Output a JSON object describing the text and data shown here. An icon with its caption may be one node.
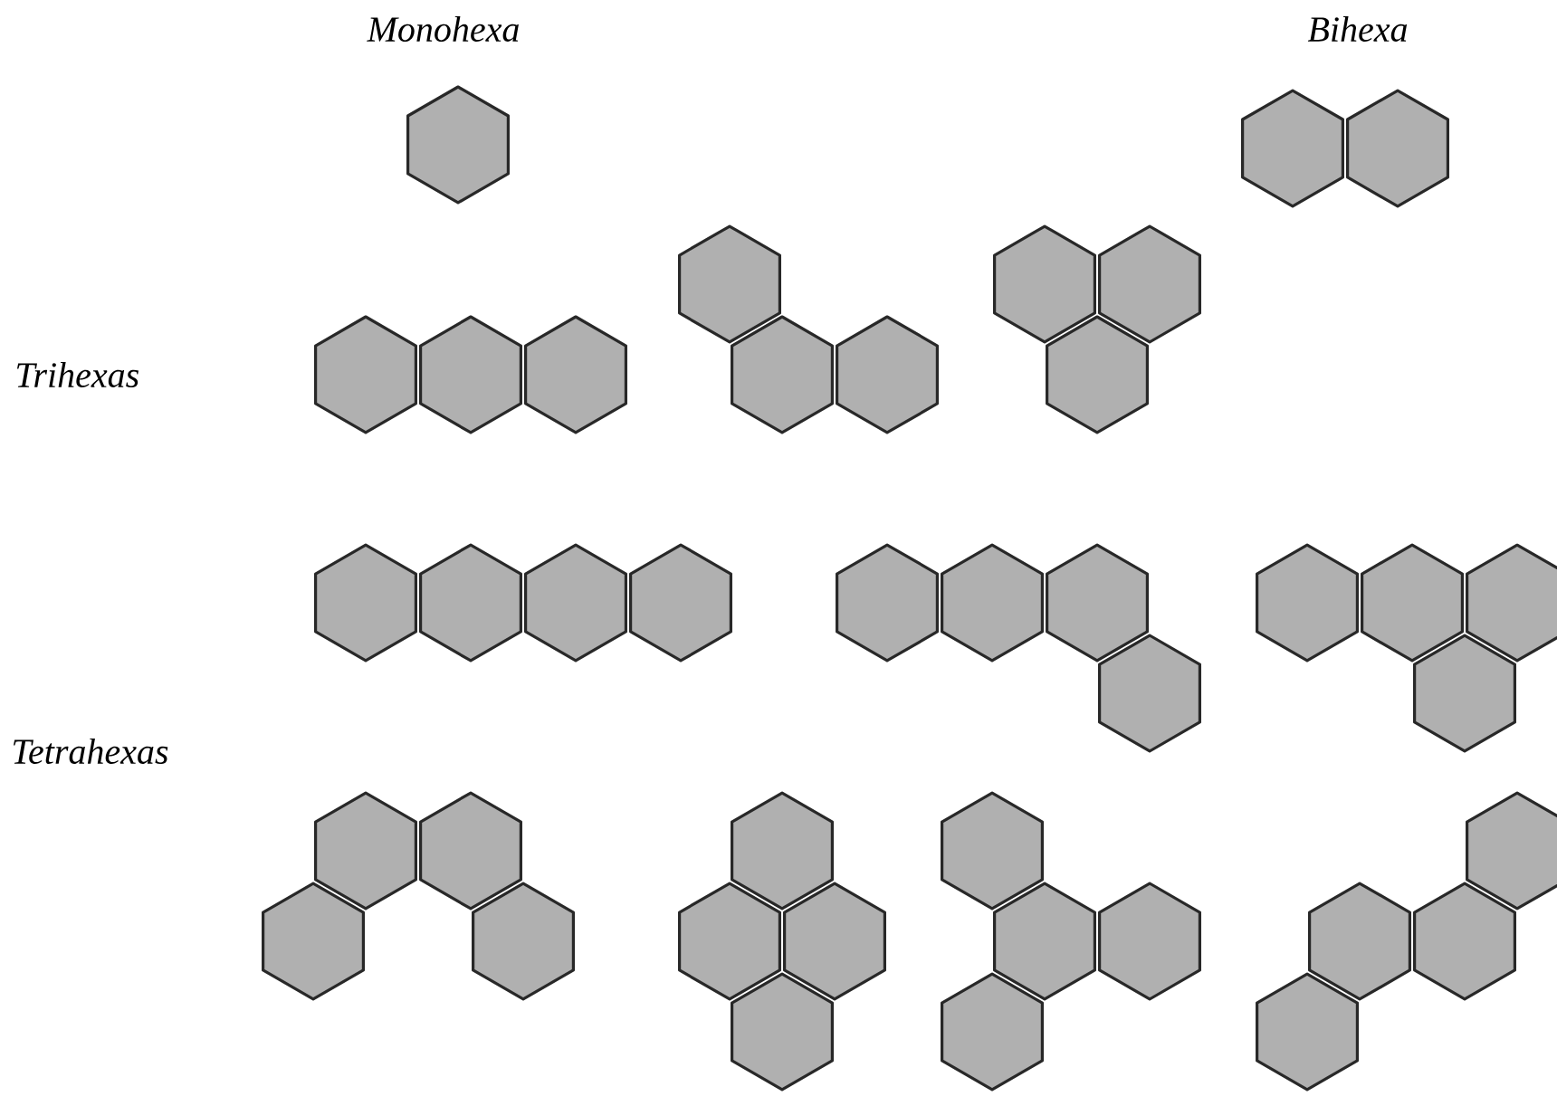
{
  "diagram": {
    "labels": [
      "Monohexa",
      "Bihexa",
      "Trihexas",
      "Tetrahexas"
    ]
  }
}
